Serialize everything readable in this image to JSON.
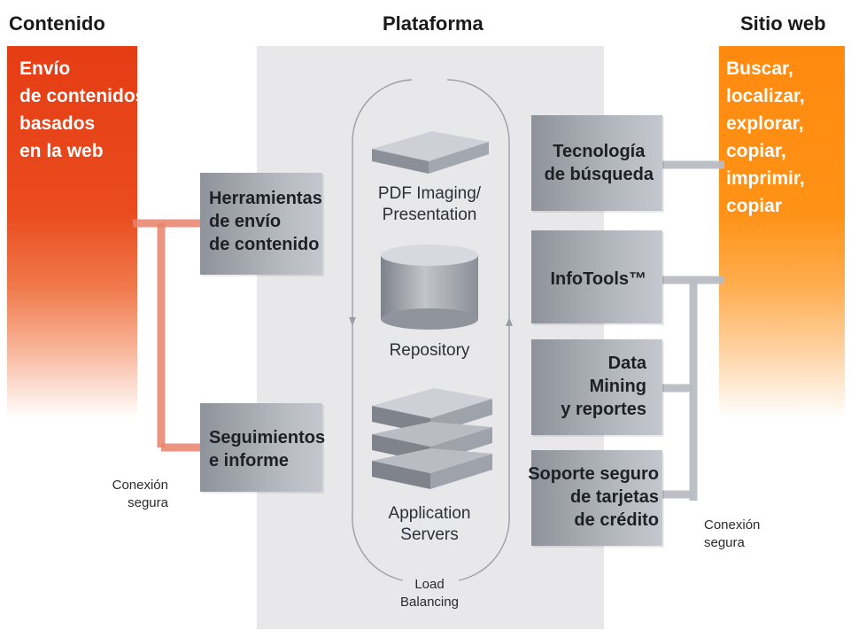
{
  "headings": {
    "left": "Contenido",
    "center": "Plataforma",
    "right": "Sitio web"
  },
  "left_column": {
    "lines": [
      "Envío",
      "de contenidos",
      "basados",
      "en la web"
    ],
    "color": "#e8441a"
  },
  "right_column": {
    "lines": [
      "Buscar,",
      "localizar,",
      "explorar,",
      "copiar,",
      "imprimir,",
      "copiar"
    ],
    "color": "#ff8c12"
  },
  "left_boxes": [
    {
      "lines": [
        "Herramientas",
        "de envío",
        "de contenido"
      ]
    },
    {
      "lines": [
        "Seguimientos",
        "e informe"
      ]
    }
  ],
  "right_boxes": [
    {
      "lines": [
        "Tecnología",
        "de búsqueda"
      ]
    },
    {
      "lines": [
        "InfoTools™"
      ]
    },
    {
      "lines": [
        "Data",
        "Mining",
        "y reportes"
      ]
    },
    {
      "lines": [
        "Soporte seguro",
        "de tarjetas",
        "de crédito"
      ]
    }
  ],
  "platform": {
    "pdf_label": [
      "PDF Imaging/",
      "Presentation"
    ],
    "repository_label": "Repository",
    "servers_label": [
      "Application",
      "Servers"
    ],
    "load_balancing_label": [
      "Load",
      "Balancing"
    ]
  },
  "secure_left": [
    "Conexión",
    "segura"
  ],
  "secure_right": [
    "Conexión",
    "segura"
  ],
  "colors": {
    "platform_bg": "#e8e8ea",
    "box": "#a8acb3",
    "connector_left": "#e8826a",
    "connector_right": "#b9bcc4"
  }
}
